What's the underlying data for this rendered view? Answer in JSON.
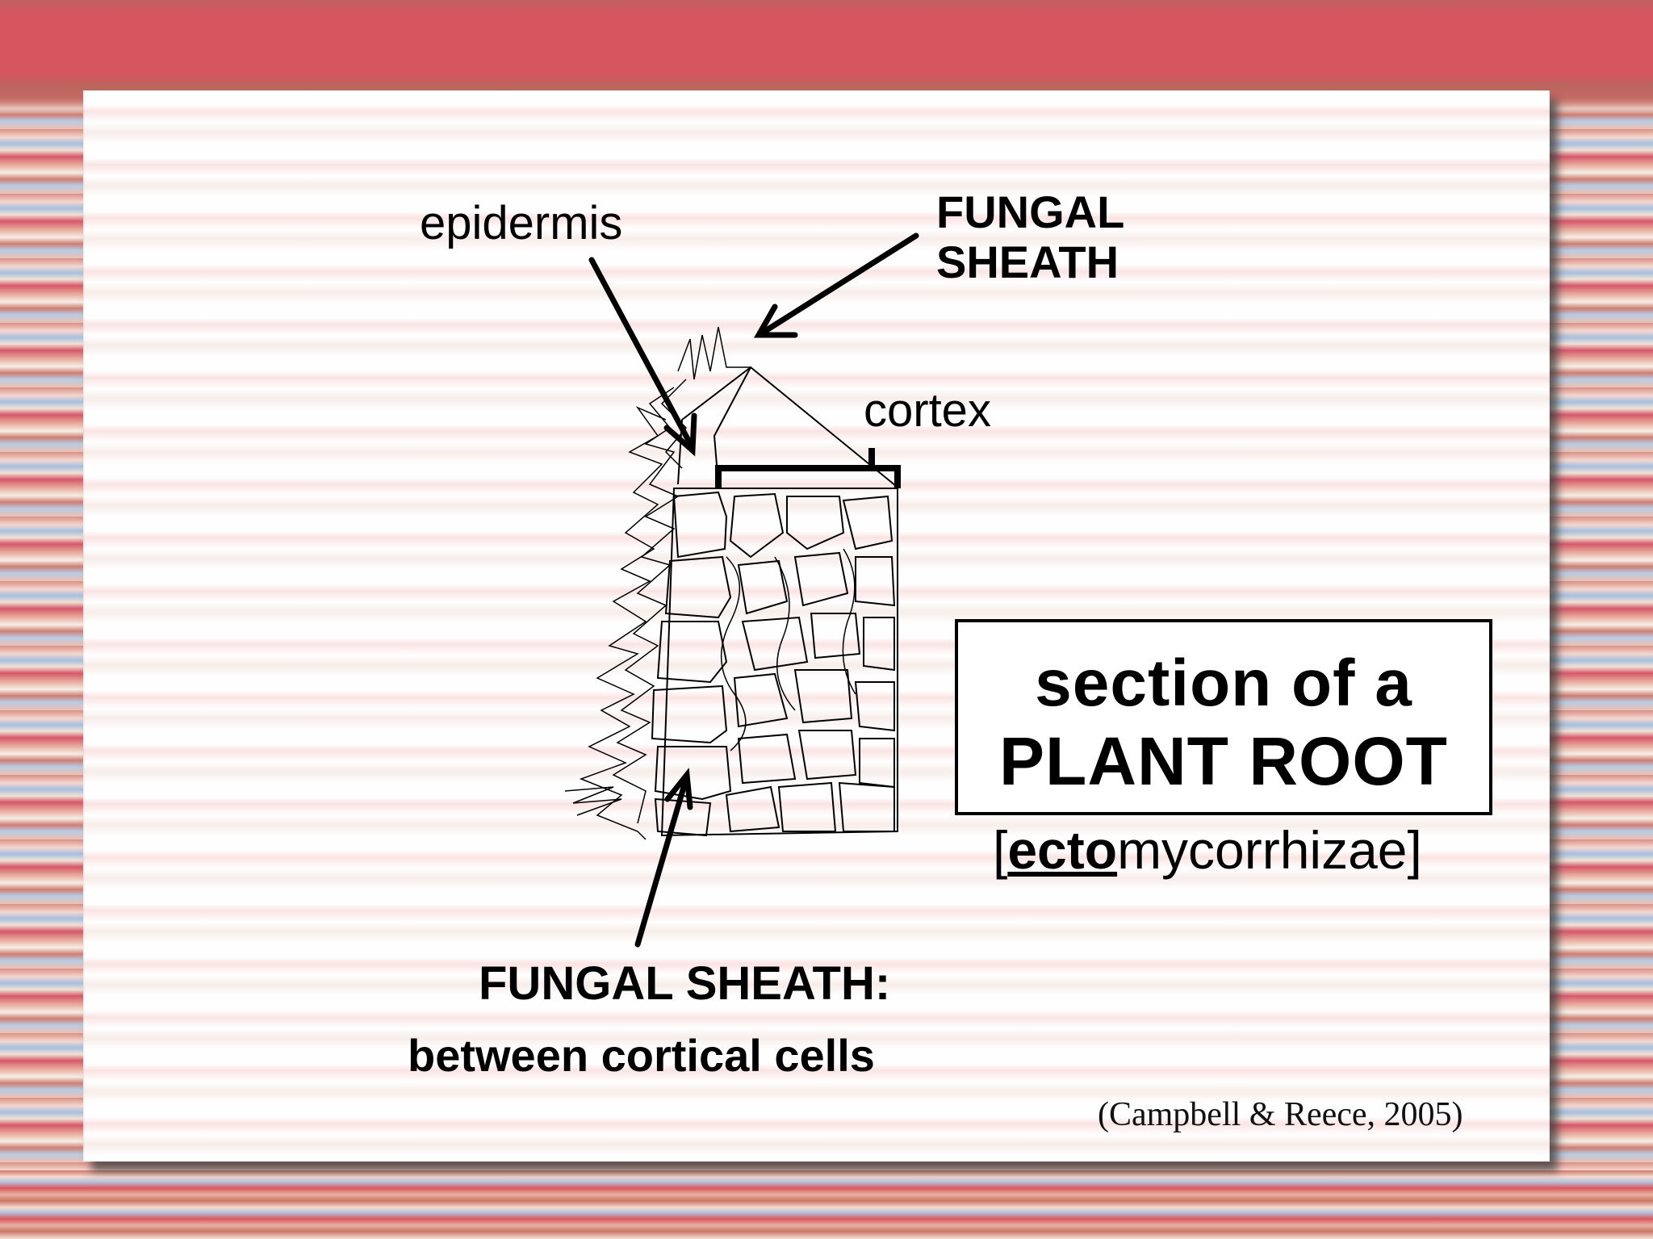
{
  "labels": {
    "epidermis": "epidermis",
    "fungal_sheath_top_line1": "FUNGAL",
    "fungal_sheath_top_line2": "SHEATH",
    "cortex": "cortex",
    "fungal_sheath_bottom": "FUNGAL SHEATH:",
    "between_cortical_cells": "between cortical cells"
  },
  "title_box": {
    "line1": "section of a",
    "line2": "PLANT ROOT"
  },
  "subtitle": {
    "open_bracket": "[",
    "prefix": "ecto",
    "rest": "mycorrhizae",
    "close_bracket": "]"
  },
  "citation": "(Campbell & Reece, 2005)",
  "colors": {
    "frame_red": "#d6555f",
    "ink": "#000000",
    "panel": "#fbf4f2"
  }
}
